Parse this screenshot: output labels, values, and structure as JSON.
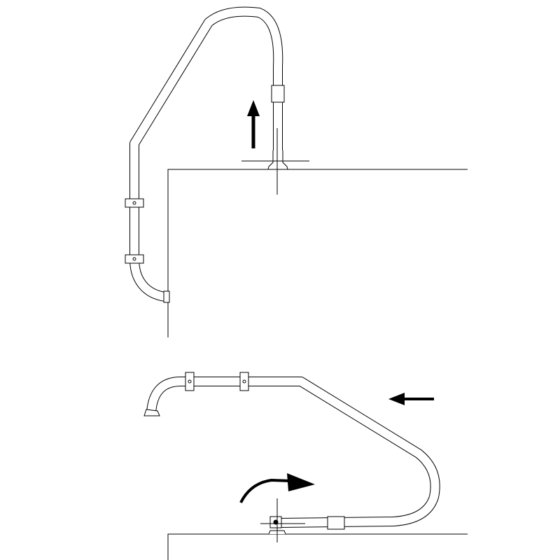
{
  "diagram": {
    "colors": {
      "line": "#000000",
      "background": "#ffffff"
    },
    "views": [
      {
        "id": "installed-view",
        "arrow": "up"
      },
      {
        "id": "installation-view",
        "arrows": [
          "left",
          "curved-right"
        ]
      }
    ]
  }
}
